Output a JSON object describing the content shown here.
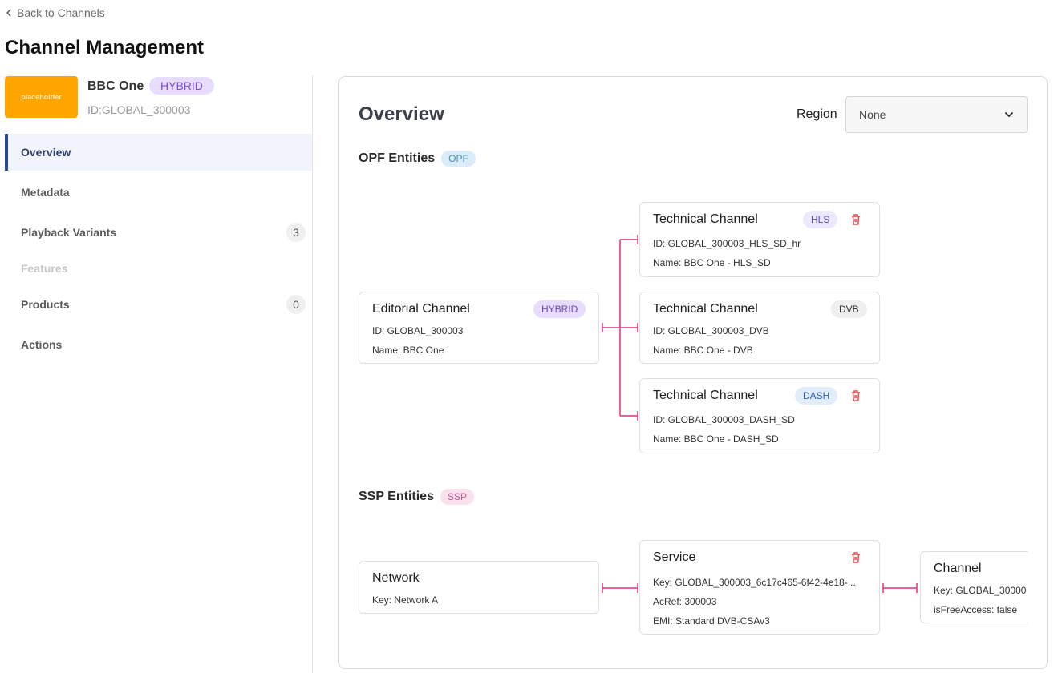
{
  "back_link": "Back to Channels",
  "page_title": "Channel Management",
  "channel": {
    "logo_text": "placeholder",
    "name": "BBC One",
    "type_tag": "HYBRID",
    "id": "ID:GLOBAL_300003"
  },
  "nav": {
    "overview": "Overview",
    "metadata": "Metadata",
    "playback_variants": "Playback Variants",
    "playback_variants_count": "3",
    "features": "Features",
    "products": "Products",
    "products_count": "0",
    "actions": "Actions"
  },
  "overview": {
    "title": "Overview",
    "region_label": "Region",
    "region_value": "None"
  },
  "opf": {
    "title": "OPF Entities",
    "pill": "OPF",
    "editorial": {
      "title": "Editorial Channel",
      "tag": "HYBRID",
      "id": "ID: GLOBAL_300003",
      "name": "Name: BBC One"
    },
    "technical": [
      {
        "title": "Technical Channel",
        "tag": "HLS",
        "id": "ID: GLOBAL_300003_HLS_SD_hr",
        "name": "Name: BBC One - HLS_SD"
      },
      {
        "title": "Technical Channel",
        "tag": "DVB",
        "id": "ID: GLOBAL_300003_DVB",
        "name": "Name: BBC One - DVB"
      },
      {
        "title": "Technical Channel",
        "tag": "DASH",
        "id": "ID: GLOBAL_300003_DASH_SD",
        "name": "Name: BBC One - DASH_SD"
      }
    ]
  },
  "ssp": {
    "title": "SSP Entities",
    "pill": "SSP",
    "network": {
      "title": "Network",
      "key": "Key: Network A"
    },
    "service": {
      "title": "Service",
      "key": "Key: GLOBAL_300003_6c17c465-6f42-4e18-...",
      "acref": "AcRef: 300003",
      "emi": "EMI: Standard DVB-CSAv3"
    },
    "channel": {
      "title": "Channel",
      "key": "Key: GLOBAL_30000",
      "free_access": "isFreeAccess: false"
    }
  },
  "colors": {
    "connector": "#e0317f",
    "active_nav": "#2b4a8f",
    "delete_icon": "#e5484d"
  }
}
